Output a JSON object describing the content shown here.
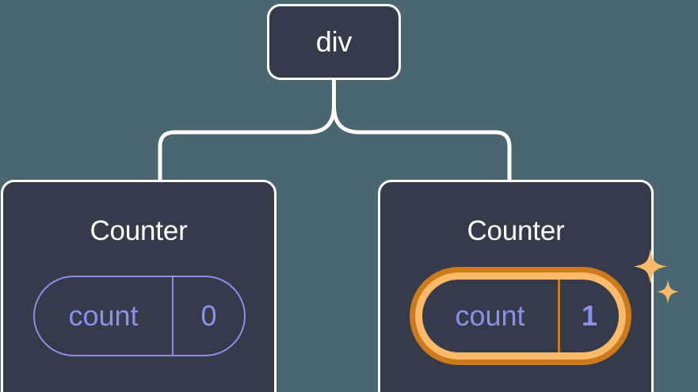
{
  "diagram": {
    "type": "component-tree",
    "background_color": "#4a6670",
    "node_fill_color": "#353b4a",
    "node_border_color": "#ffffff",
    "connector_color": "#ffffff",
    "state_color": "#8a90ec",
    "highlight_outer_color": "#cd7a1c",
    "highlight_inner_color": "#f9bb6a",
    "sparkle_color": "#f9bb6a"
  },
  "root": {
    "label": "div"
  },
  "children": [
    {
      "label": "Counter",
      "state": {
        "key": "count",
        "value": "0"
      },
      "highlighted": false
    },
    {
      "label": "Counter",
      "state": {
        "key": "count",
        "value": "1"
      },
      "highlighted": true
    }
  ]
}
